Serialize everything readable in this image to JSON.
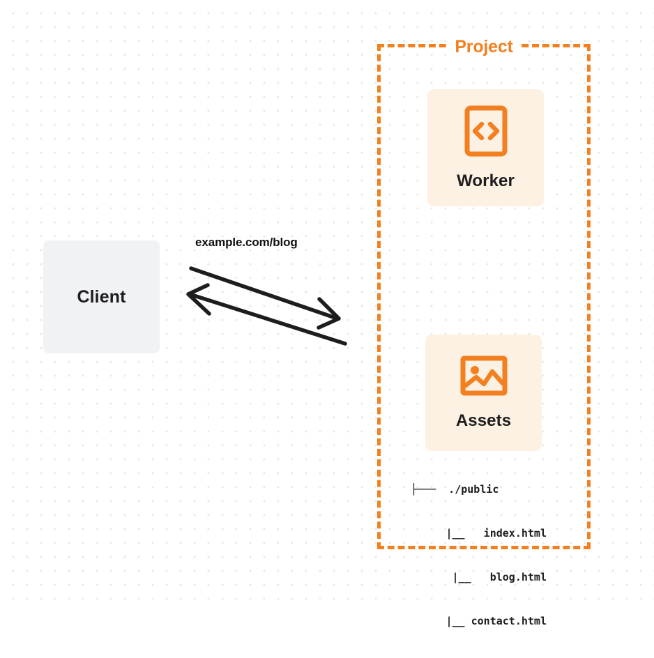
{
  "diagram": {
    "client": {
      "label": "Client"
    },
    "connection": {
      "url_label": "example.com/blog",
      "request_arrow_name": "request-arrow",
      "response_arrow_name": "response-arrow"
    },
    "project": {
      "title": "Project",
      "border_color": "#f38020",
      "services": [
        {
          "label": "Worker",
          "icon": "code-brackets-icon",
          "card_color": "#fdf1e3",
          "icon_color": "#f38020"
        },
        {
          "label": "Assets",
          "icon": "image-icon",
          "card_color": "#fdf1e3",
          "icon_color": "#f38020"
        }
      ],
      "asset_tree": {
        "root": "├───  ./public",
        "children": [
          "|__   index.html",
          "|__   blog.html",
          "|__ contact.html"
        ]
      }
    }
  }
}
